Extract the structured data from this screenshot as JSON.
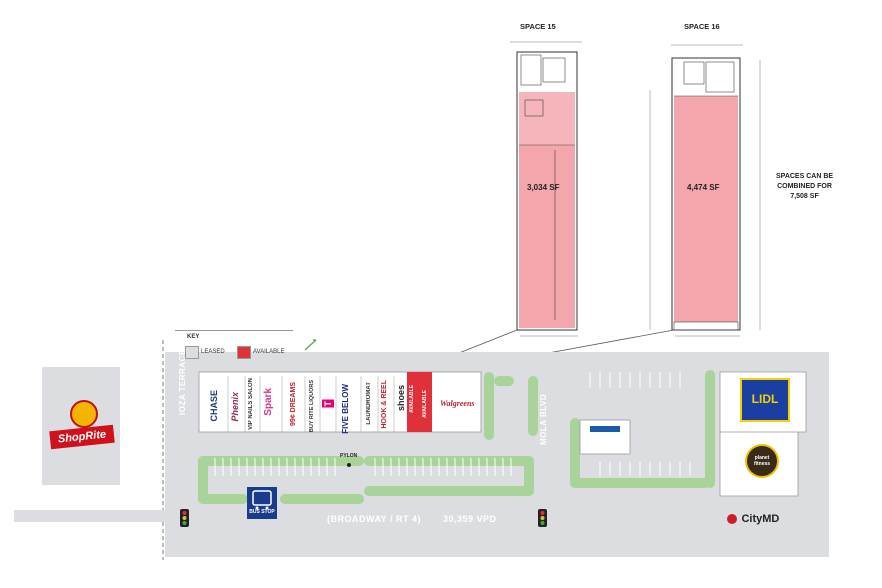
{
  "spaces": {
    "space15": {
      "title": "SPACE 15",
      "area": "3,034 SF"
    },
    "space16": {
      "title": "SPACE 16",
      "area": "4,474 SF"
    },
    "combined_note": [
      "SPACES CAN BE",
      "COMBINED FOR",
      "7,508 SF"
    ]
  },
  "key": {
    "title": "KEY",
    "leased": "LEASED",
    "available": "AVAILABLE"
  },
  "tenants": [
    {
      "name": "CHASE",
      "color": "#1a3a7a"
    },
    {
      "name": "Phenix",
      "color": "#8a2a5a"
    },
    {
      "name": "VIP NAILS SALON",
      "color": "#333333"
    },
    {
      "name": "Spark",
      "color": "#d4338a"
    },
    {
      "name": "99¢ DREAMS",
      "color": "#c02030"
    },
    {
      "name": "BUY RITE LIQUORS",
      "color": "#333333"
    },
    {
      "name": "T",
      "color": "#e20074"
    },
    {
      "name": "FIVE BELOW",
      "color": "#1a2a7a"
    },
    {
      "name": "LAUNDROMAT",
      "color": "#333333"
    },
    {
      "name": "HOOK & REEL",
      "color": "#c02030"
    },
    {
      "name": "shoes",
      "color": "#222222"
    },
    {
      "name": "AVAILABLE",
      "color": "#ffffff"
    },
    {
      "name": "AVAILABLE",
      "color": "#ffffff"
    },
    {
      "name": "Walgreens",
      "color": "#c02030"
    }
  ],
  "anchors": {
    "shoprite": "ShopRite",
    "lidl": "LIDL",
    "planet_fitness": "planet fitness",
    "citymd": "CityMD"
  },
  "roads": {
    "ioza": "IOZA TERRACE",
    "mola": "MOLA BLVD",
    "broadway": "(BROADWAY / RT 4)",
    "traffic": "30,359 VPD",
    "bus_stop": "BUS STOP",
    "pylon": "PYLON"
  },
  "colors": {
    "available": "#e0303a",
    "plan_fill": "#f4a6ad",
    "lot": "#dcdde0",
    "landscape": "#a9d39a"
  }
}
